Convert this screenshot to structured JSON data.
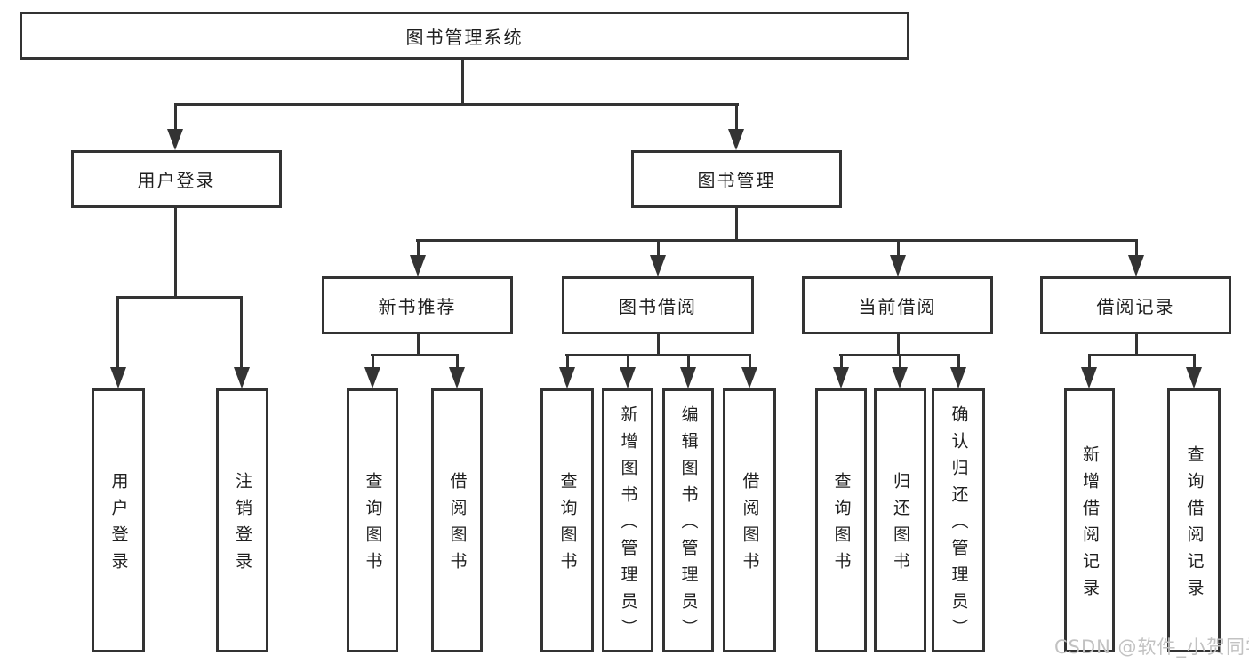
{
  "tree": {
    "root": {
      "label": "图书管理系统"
    },
    "branches": [
      {
        "label": "用户登录",
        "children": [
          "用户登录",
          "注销登录"
        ]
      },
      {
        "label": "图书管理",
        "sections": [
          {
            "label": "新书推荐",
            "children": [
              "查询图书",
              "借阅图书"
            ]
          },
          {
            "label": "图书借阅",
            "children": [
              "查询图书",
              "新增图书（管理员）",
              "编辑图书（管理员）",
              "借阅图书"
            ]
          },
          {
            "label": "当前借阅",
            "children": [
              "查询图书",
              "归还图书",
              "确认归还（管理员）"
            ]
          },
          {
            "label": "借阅记录",
            "children": [
              "新增借阅记录",
              "查询借阅记录"
            ]
          }
        ]
      }
    ]
  },
  "watermark": "CSDN @软件_小贺同学",
  "colors": {
    "line": "#333333",
    "text": "#1f1f1f",
    "watermark": "#c2c2c2",
    "background": "#ffffff"
  }
}
